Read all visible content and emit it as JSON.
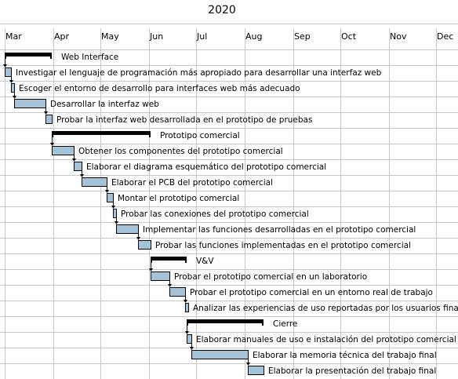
{
  "chart_data": {
    "type": "gantt",
    "year": "2020",
    "months": [
      "Mar",
      "Apr",
      "May",
      "Jun",
      "Jul",
      "Aug",
      "Sep",
      "Oct",
      "Nov",
      "Dec"
    ],
    "tasks": [
      {
        "kind": "group",
        "name": "Web Interface",
        "start": "2020-03-01",
        "end": "2020-03-31"
      },
      {
        "kind": "task",
        "name": "Investigar el lenguaje de programación más apropiado para desarrollar una interfaz web",
        "start": "2020-03-01",
        "end": "2020-03-05"
      },
      {
        "kind": "task",
        "name": "Escoger el entorno de desarrollo para interfaces web más adecuado",
        "start": "2020-03-05",
        "end": "2020-03-07"
      },
      {
        "kind": "task",
        "name": "Desarrollar la interfaz web",
        "start": "2020-03-07",
        "end": "2020-03-27"
      },
      {
        "kind": "task",
        "name": "Probar la interfaz web desarrollada en el prototipo de pruebas",
        "start": "2020-03-27",
        "end": "2020-03-31"
      },
      {
        "kind": "group",
        "name": "Prototipo comercial",
        "start": "2020-03-31",
        "end": "2020-06-02"
      },
      {
        "kind": "task",
        "name": "Obtener los componentes del prototipo comercial",
        "start": "2020-03-31",
        "end": "2020-04-14"
      },
      {
        "kind": "task",
        "name": "Elaborar el diagrama esquemático del prototipo comercial",
        "start": "2020-04-14",
        "end": "2020-04-19"
      },
      {
        "kind": "task",
        "name": "Elaborar el PCB del prototipo comercial",
        "start": "2020-04-19",
        "end": "2020-05-05"
      },
      {
        "kind": "task",
        "name": "Montar el prototipo comercial",
        "start": "2020-05-05",
        "end": "2020-05-09"
      },
      {
        "kind": "task",
        "name": "Probar las conexiones del prototipo comercial",
        "start": "2020-05-09",
        "end": "2020-05-11"
      },
      {
        "kind": "task",
        "name": "Implementar las funciones desarrolladas en el prototipo comercial",
        "start": "2020-05-11",
        "end": "2020-05-25"
      },
      {
        "kind": "task",
        "name": "Probar las funciones implementadas en el prototipo comercial",
        "start": "2020-05-25",
        "end": "2020-06-02"
      },
      {
        "kind": "group",
        "name": "V&V",
        "start": "2020-06-02",
        "end": "2020-06-25"
      },
      {
        "kind": "task",
        "name": "Probar el prototipo comercial en un laboratorio",
        "start": "2020-06-02",
        "end": "2020-06-14"
      },
      {
        "kind": "task",
        "name": "Probar el prototipo comercial en un entorno real de trabajo",
        "start": "2020-06-14",
        "end": "2020-06-24"
      },
      {
        "kind": "task",
        "name": "Analizar las experiencias de uso reportadas por los usuarios finales",
        "start": "2020-06-24",
        "end": "2020-06-25"
      },
      {
        "kind": "group",
        "name": "Cierre",
        "start": "2020-06-25",
        "end": "2020-08-13"
      },
      {
        "kind": "task",
        "name": "Elaborar manuales de uso e instalación del prototipo comercial",
        "start": "2020-06-25",
        "end": "2020-06-28"
      },
      {
        "kind": "task",
        "name": "Elaborar la memoria técnica del trabajo final",
        "start": "2020-06-28",
        "end": "2020-08-03"
      },
      {
        "kind": "task",
        "name": "Elaborar la presentación del trabajo final",
        "start": "2020-08-03",
        "end": "2020-08-13"
      }
    ]
  }
}
